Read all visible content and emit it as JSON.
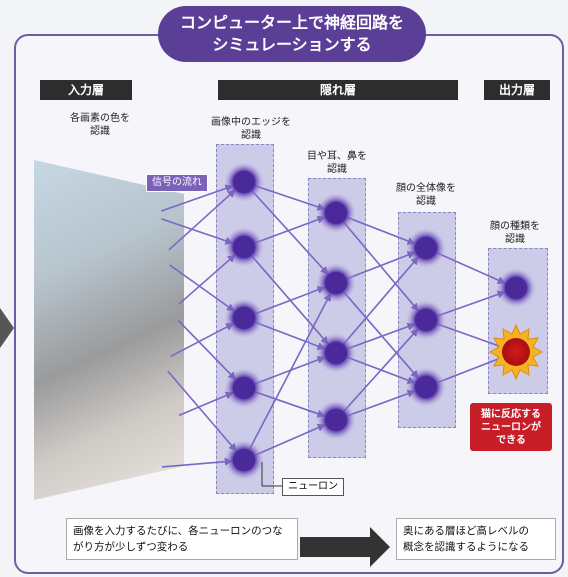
{
  "title": {
    "line1": "コンピューター上で神経回路を",
    "line2": "シミュレーションする"
  },
  "headers": {
    "input": "入力層",
    "hidden": "隠れ層",
    "output": "出力層"
  },
  "descriptions": {
    "input": {
      "l1": "各画素の色を",
      "l2": "認識"
    },
    "edge": {
      "l1": "画像中のエッジを",
      "l2": "認識"
    },
    "parts": {
      "l1": "目や耳、鼻を",
      "l2": "認識"
    },
    "face": {
      "l1": "顔の全体像を",
      "l2": "認識"
    },
    "kind": {
      "l1": "顔の種類を",
      "l2": "認識"
    }
  },
  "labels": {
    "signal": "信号の流れ",
    "neuron": "ニューロン"
  },
  "reaction": {
    "l1": "猫に反応する",
    "l2": "ニューロンが",
    "l3": "できる"
  },
  "bottom": {
    "left": {
      "l1": "画像を入力するたびに、各ニューロンのつな",
      "l2": "がり方が少しずつ変わる"
    },
    "right": {
      "l1": "奥にある層ほど高レベルの",
      "l2": "概念を認識するようになる"
    }
  },
  "colors": {
    "title_bg": "#5b3f96",
    "neuron": "#4a2a9a",
    "edge": "#7a67c4",
    "active": "#c81e28"
  }
}
